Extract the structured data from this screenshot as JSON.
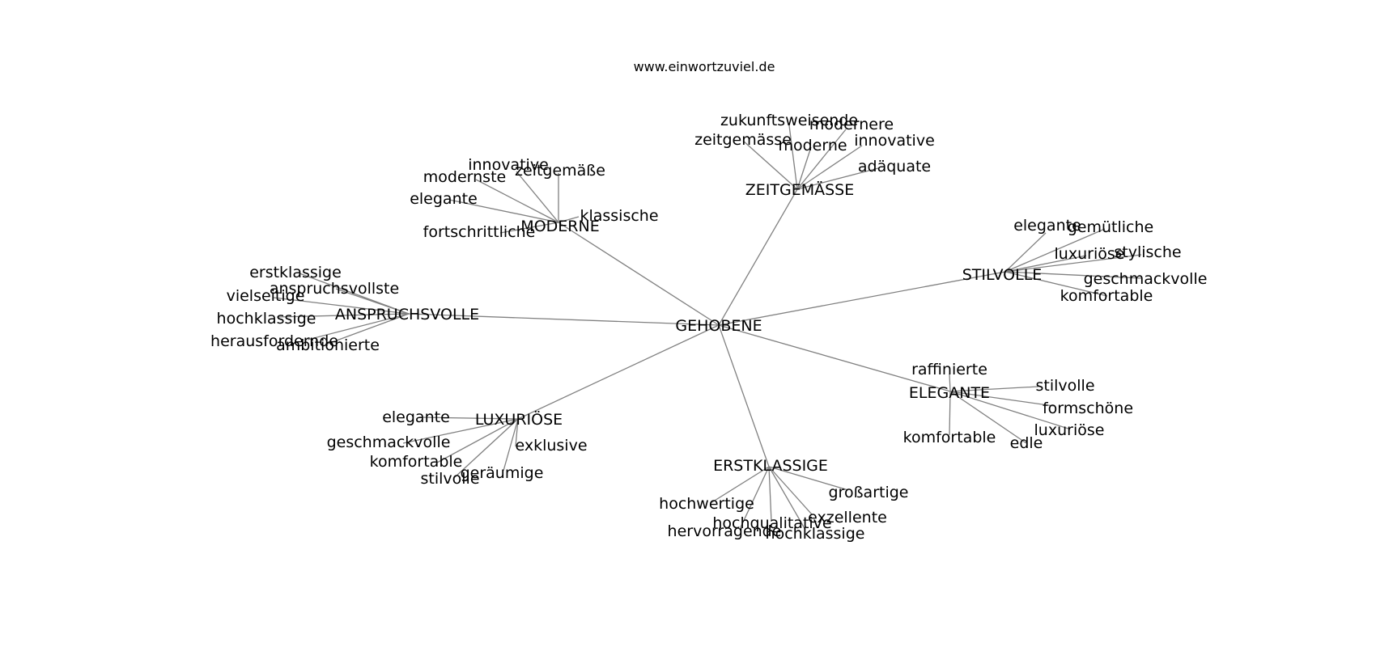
{
  "header": {
    "site": "www.einwortzuviel.de"
  },
  "graph": {
    "root": "GEHOBENE",
    "clusters": [
      {
        "label": "MODERNE",
        "leaves": [
          "innovative",
          "zeitgemäße",
          "modernste",
          "elegante",
          "klassische",
          "fortschrittliche"
        ]
      },
      {
        "label": "ZEITGEMÄSSE",
        "leaves": [
          "zukunftsweisende",
          "modernere",
          "zeitgemässe",
          "moderne",
          "innovative",
          "adäquate"
        ]
      },
      {
        "label": "STILVOLLE",
        "leaves": [
          "elegante",
          "gemütliche",
          "luxuriöse",
          "stylische",
          "geschmackvolle",
          "komfortable"
        ]
      },
      {
        "label": "ANSPRUCHSVOLLE",
        "leaves": [
          "erstklassige",
          "anspruchsvollste",
          "vielseitige",
          "hochklassige",
          "herausfordernde",
          "ambitionierte"
        ]
      },
      {
        "label": "ELEGANTE",
        "leaves": [
          "raffinierte",
          "stilvolle",
          "formschöne",
          "luxuriöse",
          "edle",
          "komfortable"
        ]
      },
      {
        "label": "LUXURIÖSE",
        "leaves": [
          "elegante",
          "geschmackvolle",
          "exklusive",
          "komfortable",
          "stilvolle",
          "geräumige"
        ]
      },
      {
        "label": "ERSTKLASSIGE",
        "leaves": [
          "großartige",
          "hochwertige",
          "exzellente",
          "hochqualitative",
          "hervorragende",
          "hochklassige"
        ]
      }
    ]
  },
  "colors": {
    "edge": "#808080",
    "text": "#000000",
    "background": "#ffffff"
  }
}
